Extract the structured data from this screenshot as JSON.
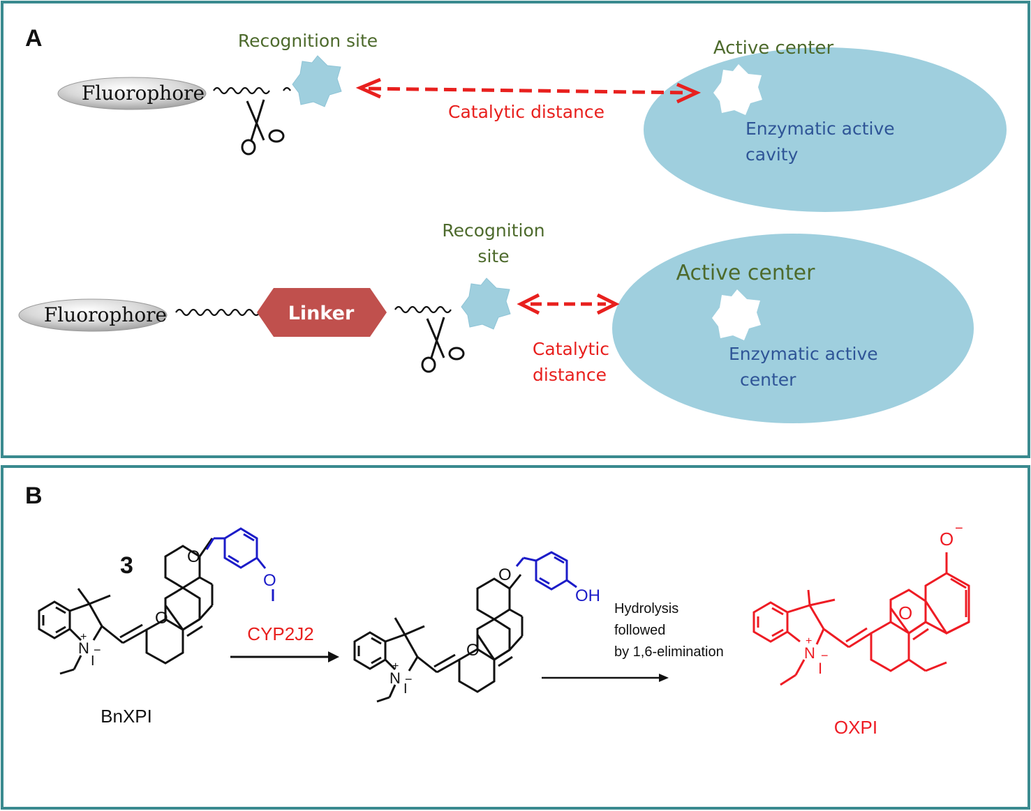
{
  "panel_a": {
    "label": "A",
    "top": {
      "fluorophore": "Fluorophore",
      "recognition_site": "Recognition site",
      "catalytic_distance": "Catalytic distance",
      "active_center": "Active center",
      "cavity_line1": "Enzymatic active",
      "cavity_line2": "cavity"
    },
    "bottom": {
      "fluorophore": "Fluorophore",
      "linker": "Linker",
      "recognition_line1": "Recognition",
      "recognition_line2": "site",
      "catalytic_line1": "Catalytic",
      "catalytic_line2": "distance",
      "active_center": "Active center",
      "center_line1": "Enzymatic active",
      "center_line2": "center"
    }
  },
  "panel_b": {
    "label": "B",
    "compound_number": "3",
    "reactant_name": "BnXPI",
    "enzyme": "CYP2J2",
    "step2_line1": "Hydrolysis",
    "step2_line2": "followed",
    "step2_line3": "by 1,6-elimination",
    "product_name": "OXPI",
    "atoms": {
      "oxygen": "O",
      "nitrogen": "N",
      "hydroxyl": "OH",
      "iodide": "I",
      "plus": "+",
      "minus": "−"
    }
  },
  "colors": {
    "border": "#3a8a8f",
    "enzyme_blue": "#9fcfde",
    "label_green": "#4d6a2c",
    "label_red": "#e8201e",
    "label_blue": "#2f5597",
    "linker_red": "#c0504d",
    "blue_group": "#1c1cc8",
    "product_red": "#ee1c24"
  }
}
